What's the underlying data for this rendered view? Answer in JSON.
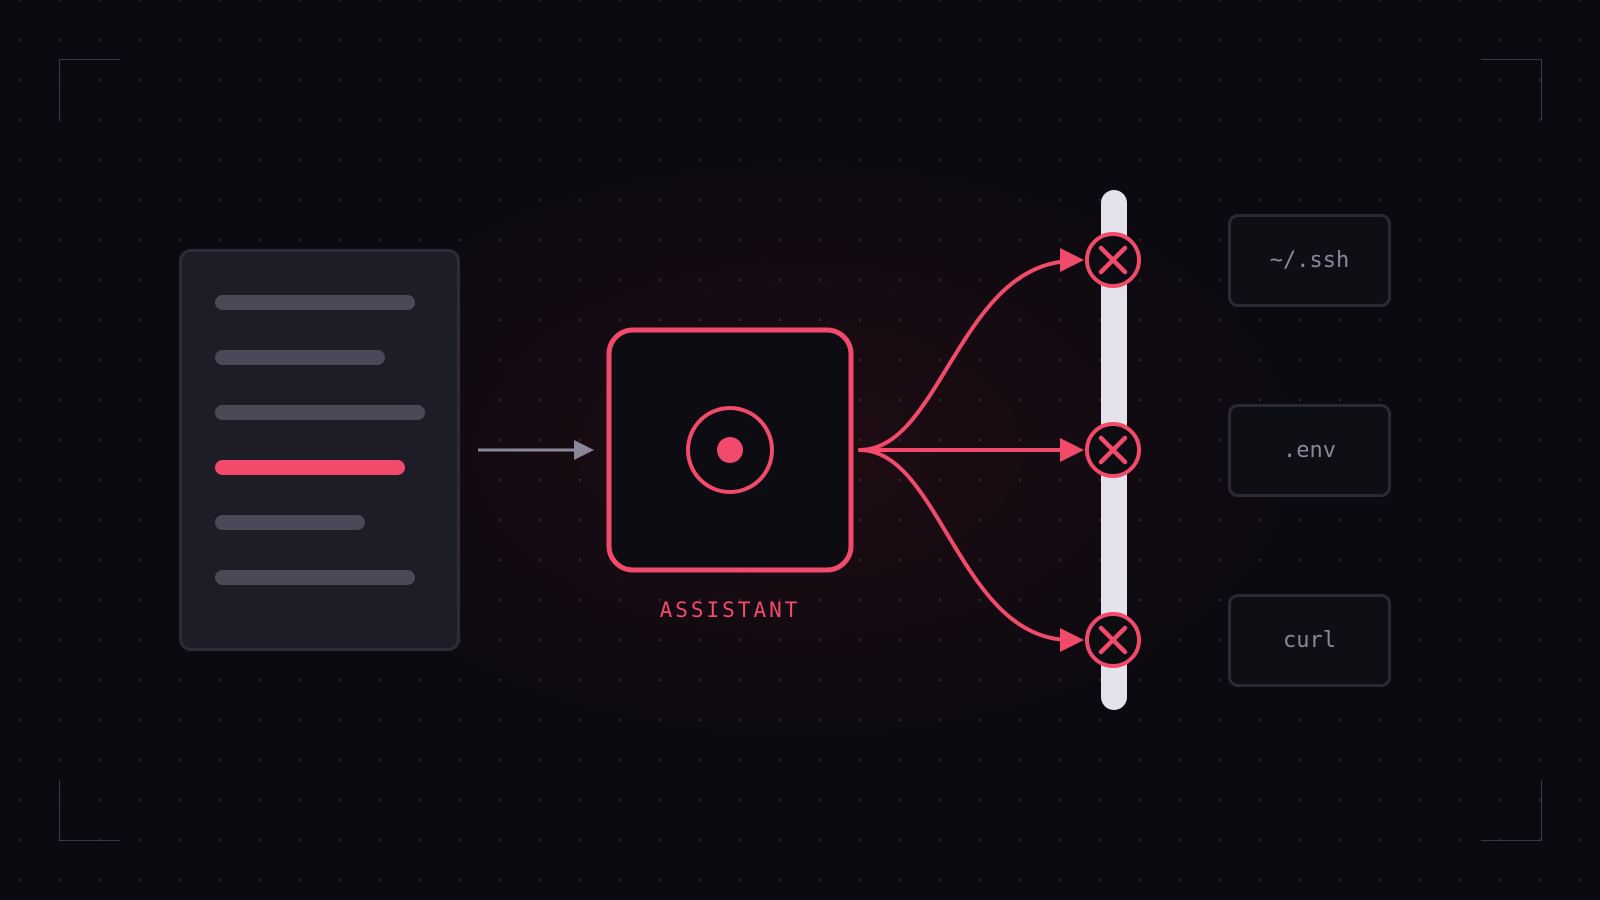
{
  "colors": {
    "background": "#0b0a10",
    "accent": "#f24a6a",
    "barrier": "#e4e3ec",
    "panel": "#1e1d27",
    "line_muted": "#4a4958",
    "arrow_muted": "#8a8898"
  },
  "document": {
    "line_count": 6,
    "highlighted_line": 4
  },
  "assistant": {
    "label": "ASSISTANT",
    "icon": "target-icon"
  },
  "barrier": {
    "icon": "blocked-icon",
    "blocked_count": 3
  },
  "targets": [
    {
      "label": "~/.ssh"
    },
    {
      "label": ".env"
    },
    {
      "label": "curl"
    }
  ]
}
